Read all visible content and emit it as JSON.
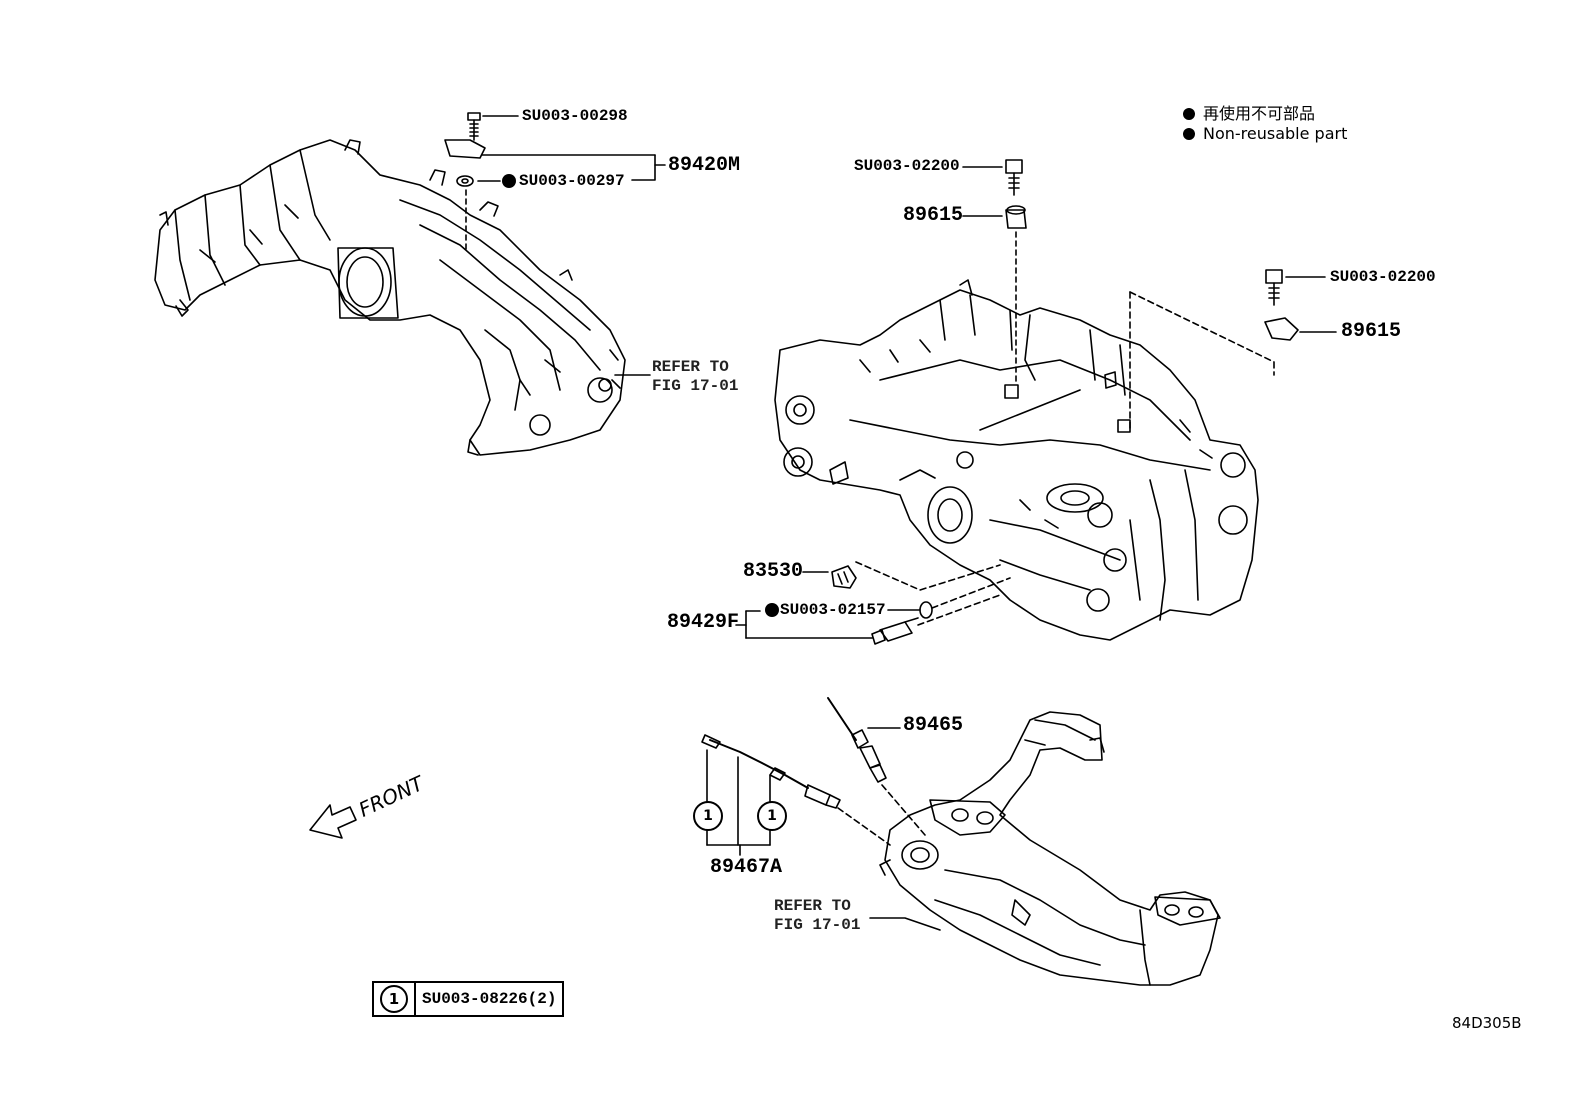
{
  "legend": {
    "line1": "再使用不可部品",
    "line2": "Non-reusable part"
  },
  "labels": {
    "bolt_top_intake": "SU003-00298",
    "assy_89420M": "89420M",
    "seal_00297": "SU003-00297",
    "refer_intake_1": "REFER TO",
    "refer_intake_2": "FIG 17-01",
    "bolt_02200_a": "SU003-02200",
    "sensor_89615_a": "89615",
    "bolt_02200_b": "SU003-02200",
    "sensor_89615_b": "89615",
    "sensor_83530": "83530",
    "seal_02157": "SU003-02157",
    "assy_89429F": "89429F",
    "sensor_89465": "89465",
    "assy_89467A": "89467A",
    "refer_exhaust_1": "REFER TO",
    "refer_exhaust_2": "FIG 17-01",
    "front": "FRONT",
    "kit_num": "1",
    "kit_part": "SU003-08226(2)",
    "circle_1a": "1",
    "circle_1b": "1",
    "diagram_code": "84D305B"
  },
  "colors": {
    "ink": "#000000",
    "paper": "#ffffff"
  }
}
